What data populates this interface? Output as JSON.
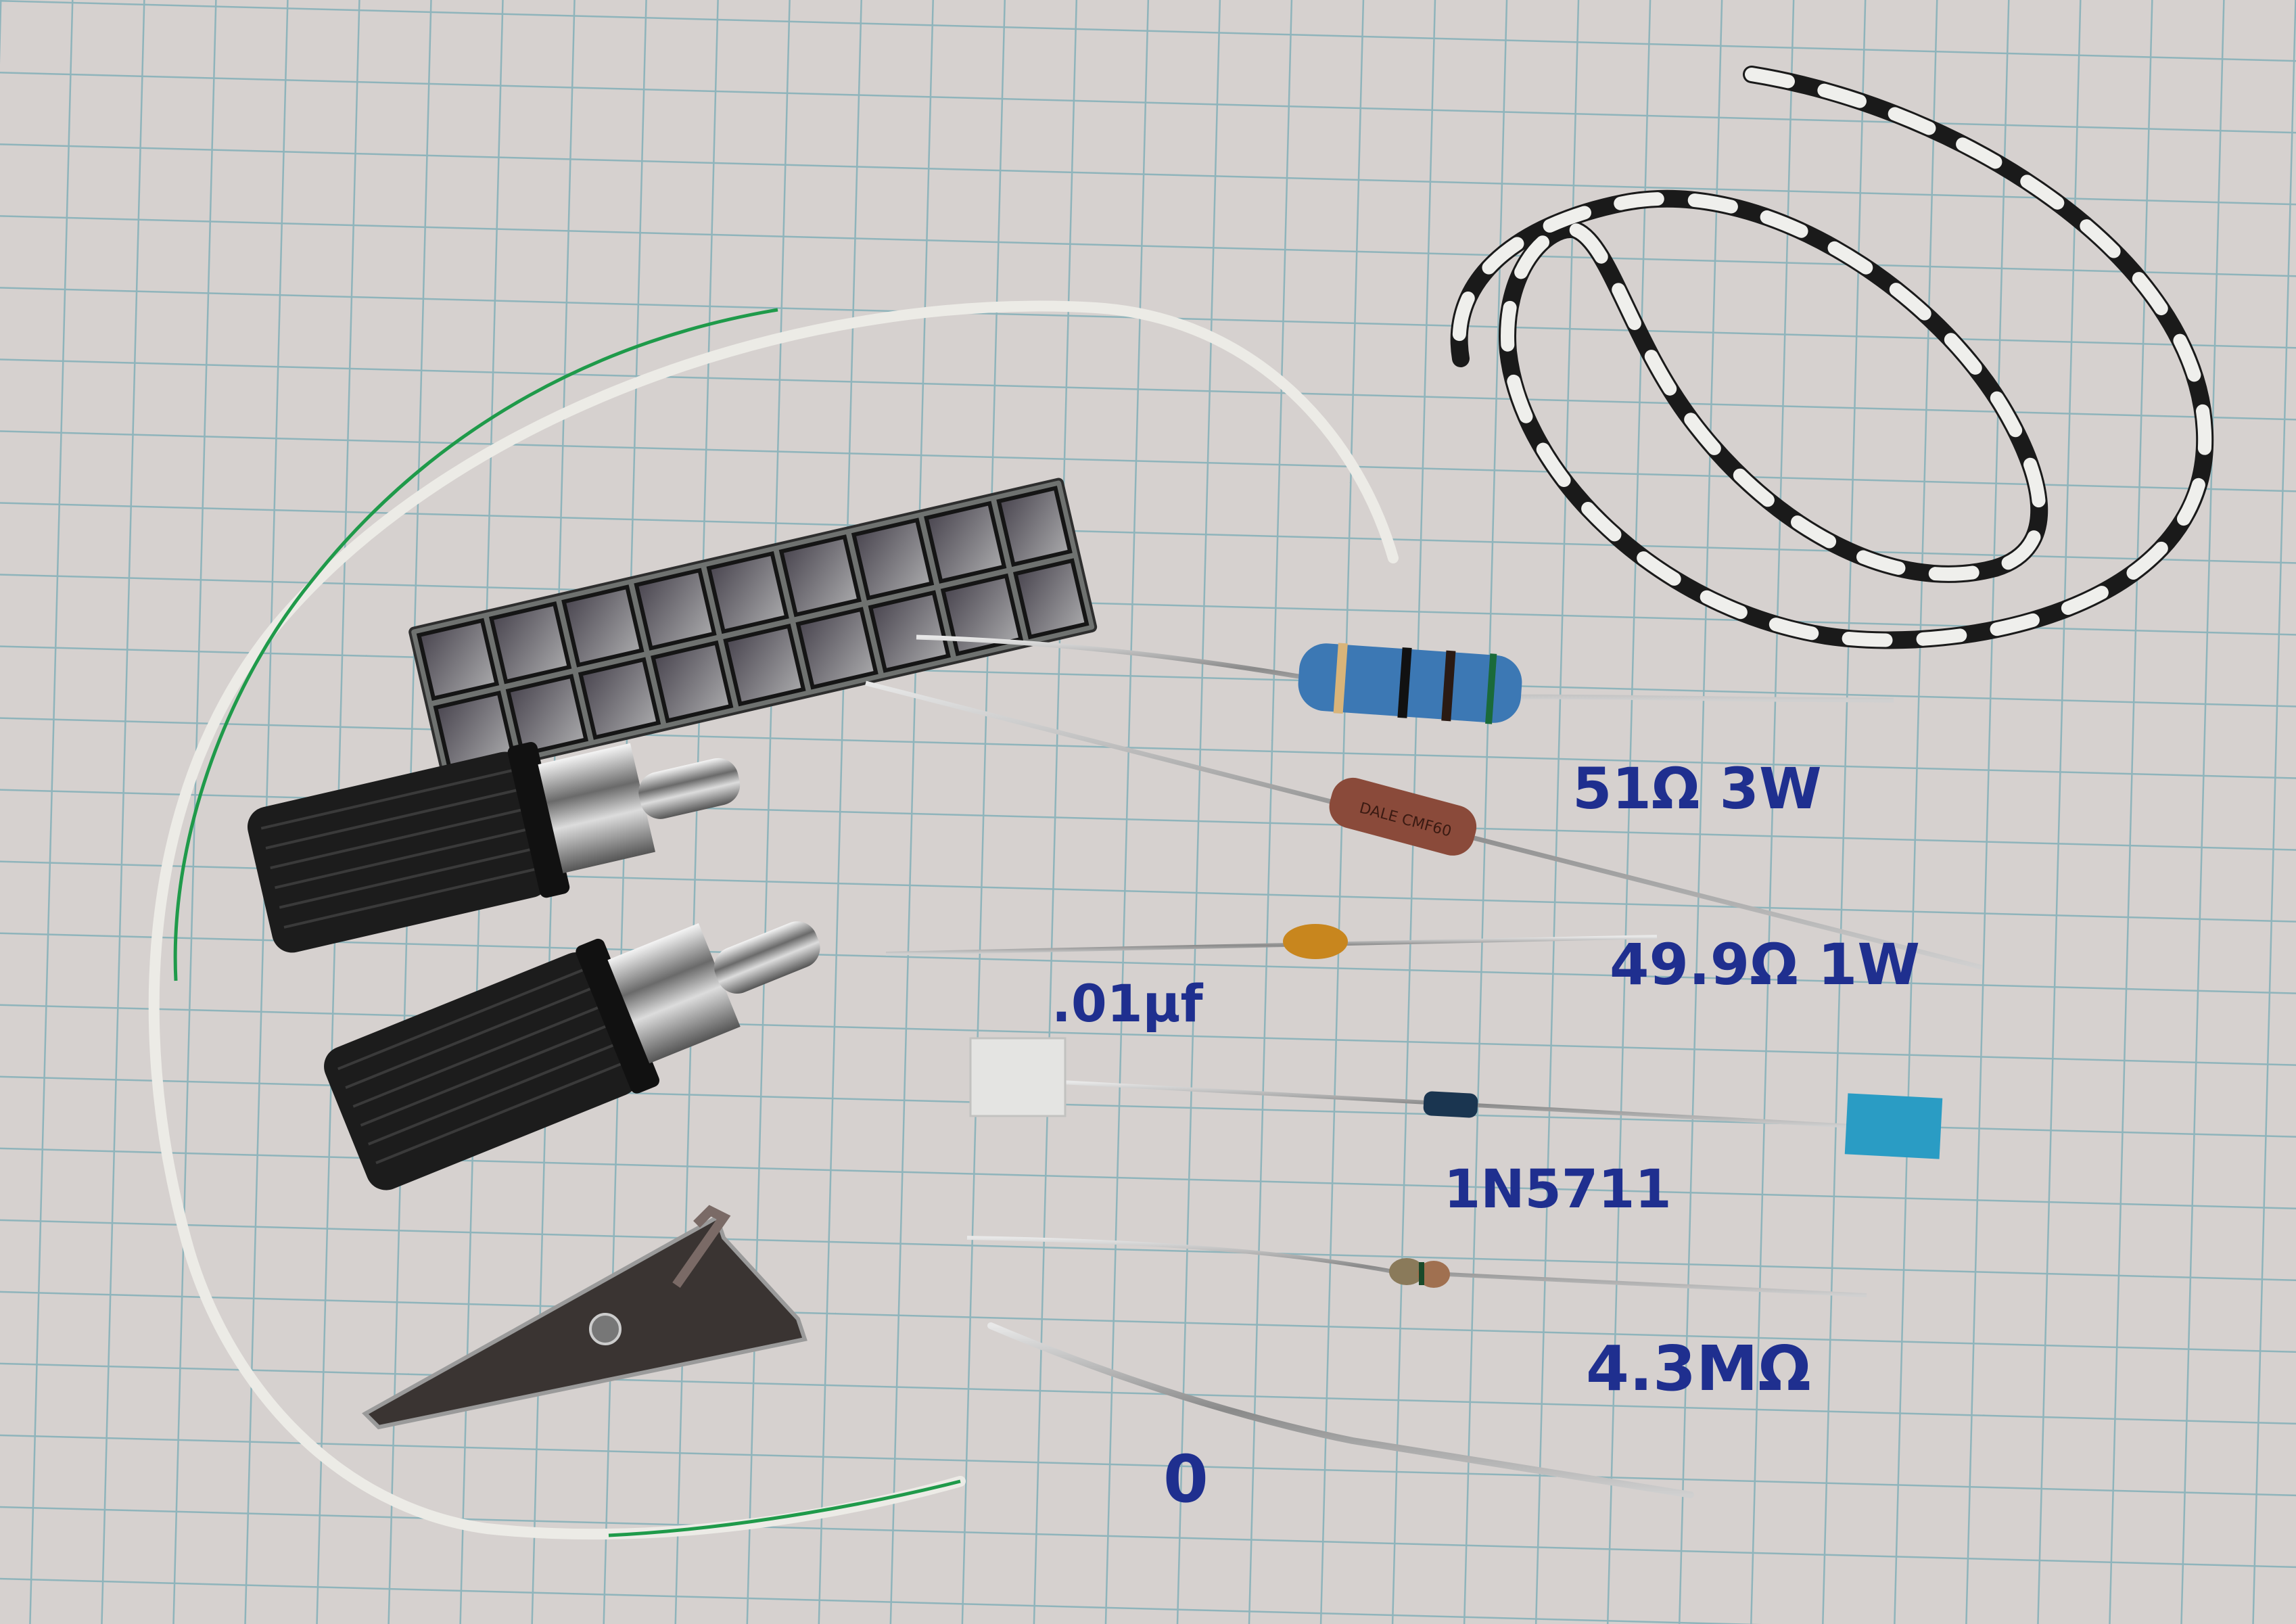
{
  "scene": {
    "description": "Electronic components laid out on blue-gridded graph paper with handwritten blue-ink labels",
    "colors": {
      "paper": "#d6d1cf",
      "grid": "#8fb4bb",
      "ink": "#1f2f8f",
      "resistor_blue": "#3c78b4",
      "resistor_brown": "#8a4a3a",
      "capacitor": "#c8861e",
      "diode": "#1a3550",
      "tape_blue": "#2a9cc4",
      "tape_white": "#e4e4e2",
      "wire_green": "#1f9a4a"
    }
  },
  "labels": {
    "resistor_51": "51Ω  3W",
    "resistor_49_9": "49.9Ω  1W",
    "capacitor": ".01µf",
    "diode": "1N5711",
    "resistor_4_3m": "4.3MΩ",
    "jumper": "0"
  },
  "components": [
    {
      "id": "rca-plug-1",
      "name": "RCA plug (black knurled)"
    },
    {
      "id": "rca-plug-2",
      "name": "RCA plug (black knurled)"
    },
    {
      "id": "alligator-clip",
      "name": "Alligator clip"
    },
    {
      "id": "copper-pad-strip",
      "name": "Strip of square copper pads (2×9)"
    },
    {
      "id": "white-green-wire",
      "name": "White wire with green stripe"
    },
    {
      "id": "twisted-pair",
      "name": "Black/white twisted pair"
    },
    {
      "id": "resistor-51",
      "name": "51Ω 3W resistor (blue)"
    },
    {
      "id": "resistor-49-9",
      "name": "49.9Ω 1W resistor (Dale, brown)",
      "marking": "DALE CMF60"
    },
    {
      "id": "capacitor-01uf",
      "name": ".01µF ceramic capacitor"
    },
    {
      "id": "diode-1n5711",
      "name": "1N5711 Schottky diode with tape flags"
    },
    {
      "id": "resistor-4-3m",
      "name": "4.3MΩ resistor"
    },
    {
      "id": "jumper-0",
      "name": "0Ω jumper wire"
    }
  ],
  "resistor_marking": "DALE CMF60"
}
